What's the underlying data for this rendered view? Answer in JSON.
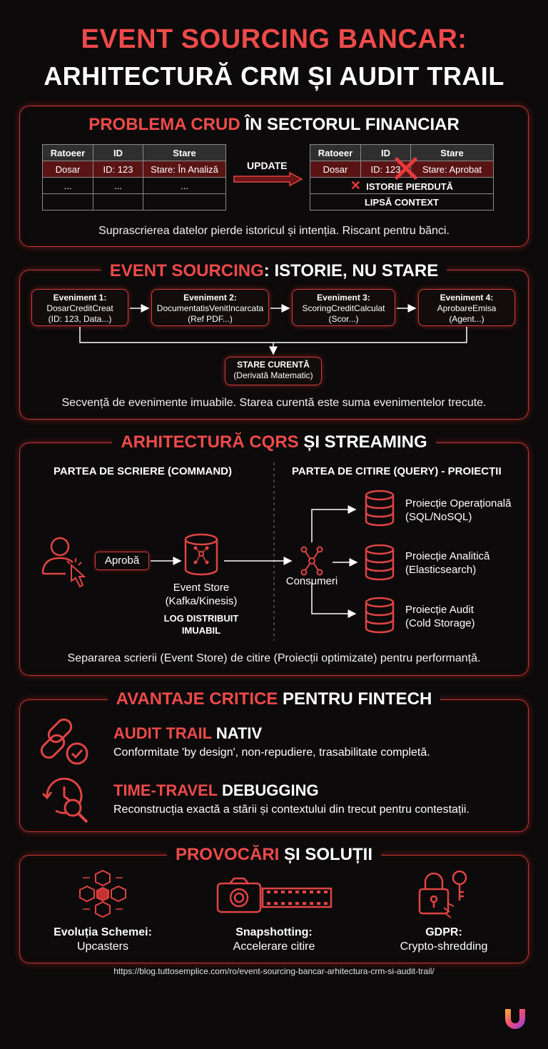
{
  "header": {
    "line1": "EVENT SOURCING BANCAR:",
    "line2": "ARHITECTURĂ CRM ȘI AUDIT TRAIL"
  },
  "crud": {
    "title_red": "PROBLEMA CRUD",
    "title_rest": " ÎN SECTORUL FINANCIAR",
    "columns": [
      "Ratoeer",
      "ID",
      "Stare"
    ],
    "left_row": [
      "Dosar",
      "ID: 123",
      "Stare: În Analiză"
    ],
    "ellipsis": "...",
    "arrow_label": "UPDATE",
    "right_row": [
      "Dosar",
      "ID: 123",
      "Stare: Aprobat"
    ],
    "lost_history": "ISTORIE PIERDUTĂ",
    "no_context": "LIPSĂ CONTEXT",
    "caption": "Suprascrierea datelor pierde istoricul și intenția. Riscant pentru bănci."
  },
  "es": {
    "title_red": "EVENT SOURCING",
    "title_rest": ": ISTORIE, NU STARE",
    "events": [
      {
        "title": "Eveniment 1:",
        "name": "DosarCreditCreat",
        "detail": "(ID: 123, Data...)"
      },
      {
        "title": "Eveniment 2:",
        "name": "DocumentatisVenitIncarcata",
        "detail": "(Ref PDF...)"
      },
      {
        "title": "Eveniment 3:",
        "name": "ScoringCreditCalculat",
        "detail": "(Scor...)"
      },
      {
        "title": "Eveniment 4:",
        "name": "AprobareEmisa",
        "detail": "(Agent...)"
      }
    ],
    "state_title": "STARE CURENTĂ",
    "state_sub": "(Derivată Matematic)",
    "caption": "Secvență de evenimente imuabile. Starea curentă este suma evenimentelor trecute."
  },
  "cqrs": {
    "title_red": "ARHITECTURĂ CQRS",
    "title_rest": " ȘI STREAMING",
    "write_header": "PARTEA DE SCRIERE (COMMAND)",
    "read_header": "PARTEA DE CITIRE (QUERY) - PROIECȚII",
    "action": "Aprobă",
    "store_name": "Event Store",
    "store_tech": "(Kafka/Kinesis)",
    "store_note1": "LOG DISTRIBUIT",
    "store_note2": "IMUABIL",
    "consumers": "Consumeri",
    "projections": [
      {
        "name": "Proiecție Operațională",
        "tech": "(SQL/NoSQL)"
      },
      {
        "name": "Proiecție Analitică",
        "tech": "(Elasticsearch)"
      },
      {
        "name": "Proiecție Audit",
        "tech": "(Cold Storage)"
      }
    ],
    "caption": "Separarea scrierii (Event Store) de citire (Proiecții optimizate) pentru performanță."
  },
  "advantages": {
    "title_red": "AVANTAJE CRITICE",
    "title_rest": " PENTRU FINTECH",
    "items": [
      {
        "title_red": "AUDIT TRAIL",
        "title_rest": " NATIV",
        "desc": "Conformitate 'by design', non-repudiere, trasabilitate completă.",
        "icon": "chain-check-icon"
      },
      {
        "title_red": "TIME-TRAVEL",
        "title_rest": " DEBUGGING",
        "desc": "Reconstrucția exactă a stării și contextului din trecut pentru contestații.",
        "icon": "clock-magnifier-icon"
      }
    ]
  },
  "challenges": {
    "title_red": "PROVOCĂRI",
    "title_rest": " ȘI SOLUȚII",
    "items": [
      {
        "title": "Evoluția Schemei:",
        "solution": "Upcasters",
        "icon": "cubes-icon"
      },
      {
        "title": "Snapshotting:",
        "solution": "Accelerare citire",
        "icon": "camera-film-icon"
      },
      {
        "title": "GDPR:",
        "solution": "Crypto-shredding",
        "icon": "broken-lock-key-icon"
      }
    ]
  },
  "footer": {
    "url": "https://blog.tuttosemplice.com/ro/event-sourcing-bancar-arhitectura-crm-si-audit-trail/"
  },
  "colors": {
    "accent": "#ee4a4a",
    "background": "#0c0a0a",
    "highlight_row": "#5a1414"
  }
}
